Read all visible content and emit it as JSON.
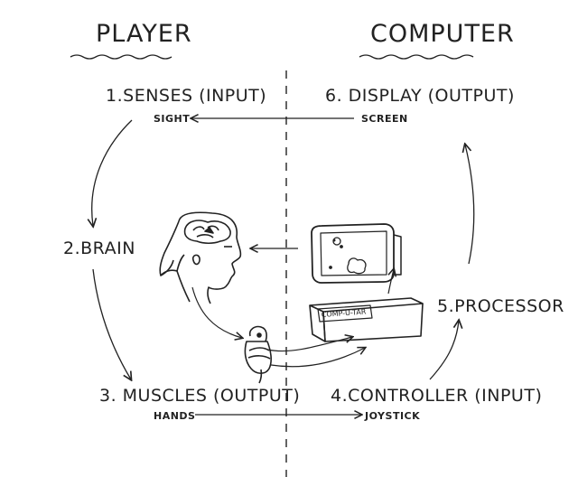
{
  "headings": {
    "left": "PLAYER",
    "right": "COMPUTER"
  },
  "nodes": {
    "senses": {
      "label": "1.SENSES (INPUT)",
      "sub": "SIGHT"
    },
    "brain": {
      "label": "2.BRAIN"
    },
    "muscles": {
      "label": "3. MUSCLES (OUTPUT)",
      "sub": "HANDS"
    },
    "controller": {
      "label": "4.CONTROLLER (INPUT)",
      "sub": "JOYSTICK"
    },
    "processor": {
      "label": "5.PROCESSOR"
    },
    "display": {
      "label": "6. DISPLAY (OUTPUT)",
      "sub": "SCREEN"
    }
  },
  "computer_box_label": "COMP-U-TAR",
  "ink_color": "#222222"
}
